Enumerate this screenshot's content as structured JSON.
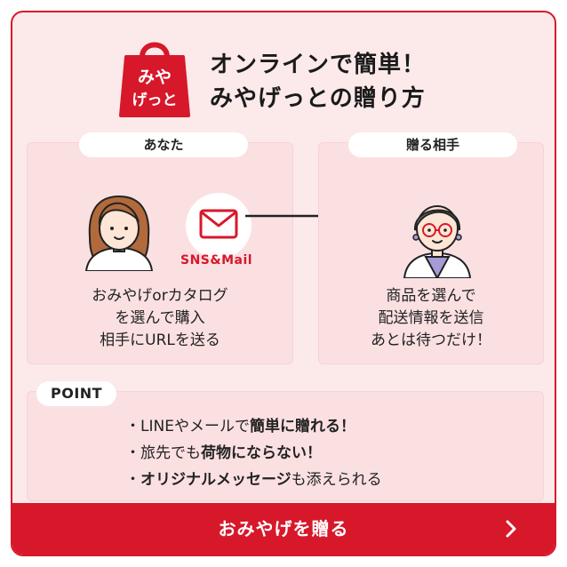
{
  "logo": {
    "line1": "みや",
    "line2": "げっと",
    "color": "#d7182a"
  },
  "headline": {
    "line1": "オンラインで簡単！",
    "line2": "みやげっとの贈り方"
  },
  "sender": {
    "label": "あなた",
    "badge": "SNS&Mail",
    "lines": [
      "おみやげorカタログ",
      "を選んで購入",
      "相手にURLを送る"
    ]
  },
  "recipient": {
    "label": "贈る相手",
    "lines": [
      "商品を選んで",
      "配送情報を送信",
      "あとは待つだけ！"
    ]
  },
  "point": {
    "label": "POINT",
    "items": [
      {
        "pre": "・LINEやメールで",
        "bold": "簡単に贈れる！",
        "post": ""
      },
      {
        "pre": "・旅先でも",
        "bold": "荷物にならない！",
        "post": ""
      },
      {
        "pre": "・",
        "bold": "オリジナルメッセージ",
        "post": "も添えられる"
      }
    ]
  },
  "cta": {
    "label": "おみやげを贈る",
    "icon": "chevron-right-icon"
  },
  "colors": {
    "accent": "#d7182a",
    "panel": "#fbe0e2",
    "background": "#fce9ea"
  }
}
